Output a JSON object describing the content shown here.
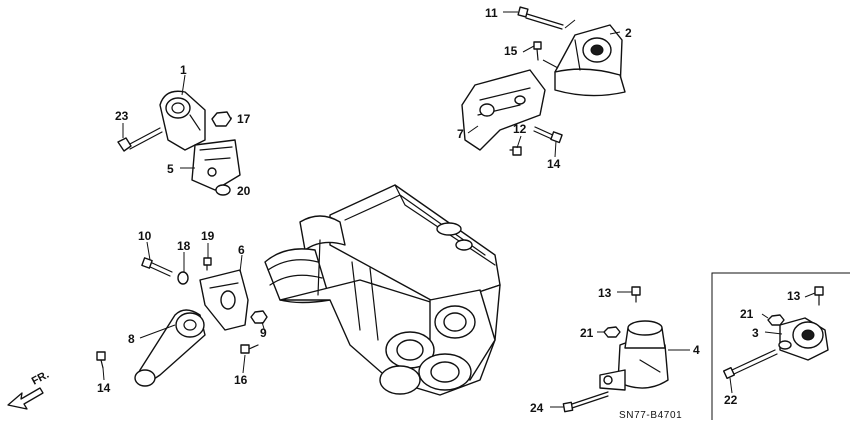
{
  "diagram": {
    "callouts": [
      "1",
      "2",
      "3",
      "4",
      "5",
      "6",
      "7",
      "8",
      "9",
      "10",
      "11",
      "12",
      "13",
      "13",
      "14",
      "14",
      "15",
      "16",
      "17",
      "18",
      "19",
      "20",
      "21",
      "21",
      "22",
      "23",
      "24"
    ],
    "diagram_code": "SN77-B4701",
    "direction_label": "FR."
  }
}
